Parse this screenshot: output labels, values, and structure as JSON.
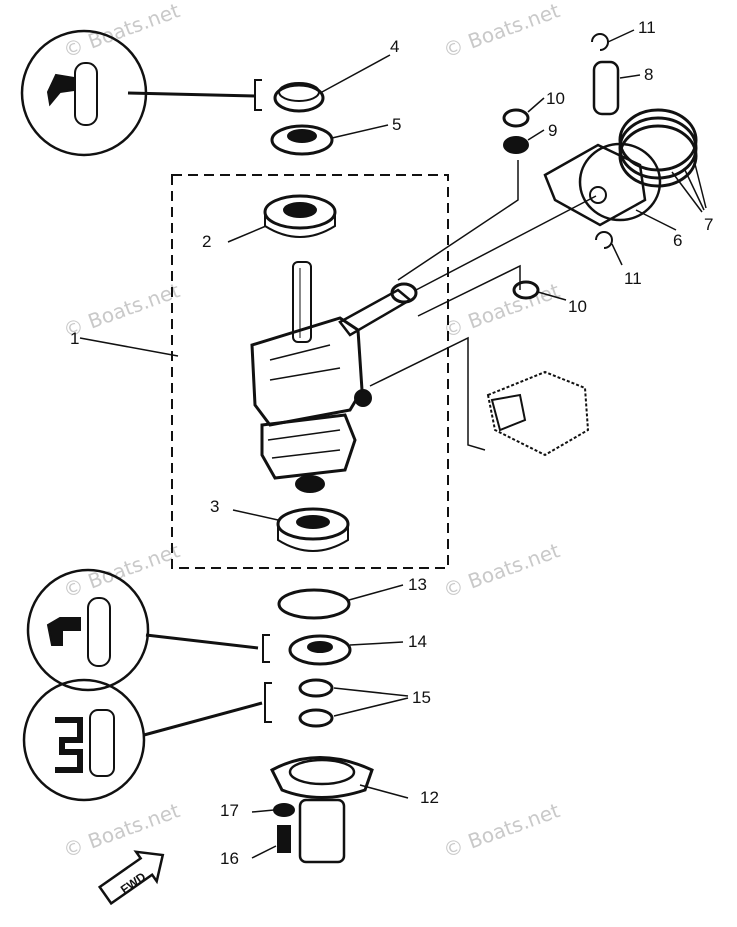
{
  "watermark": "© Boats.net",
  "callouts": {
    "n1": "1",
    "n2": "2",
    "n3": "3",
    "n4": "4",
    "n5": "5",
    "n6": "6",
    "n7": "7",
    "n8": "8",
    "n9": "9",
    "n10a": "10",
    "n10b": "10",
    "n11a": "11",
    "n11b": "11",
    "n12": "12",
    "n13": "13",
    "n14": "14",
    "n15": "15",
    "n16": "16",
    "n17": "17"
  },
  "fwd_arrow_text": "FWD",
  "colors": {
    "ink": "#111111",
    "watermark": "#c9c9c9",
    "background": "#ffffff"
  }
}
